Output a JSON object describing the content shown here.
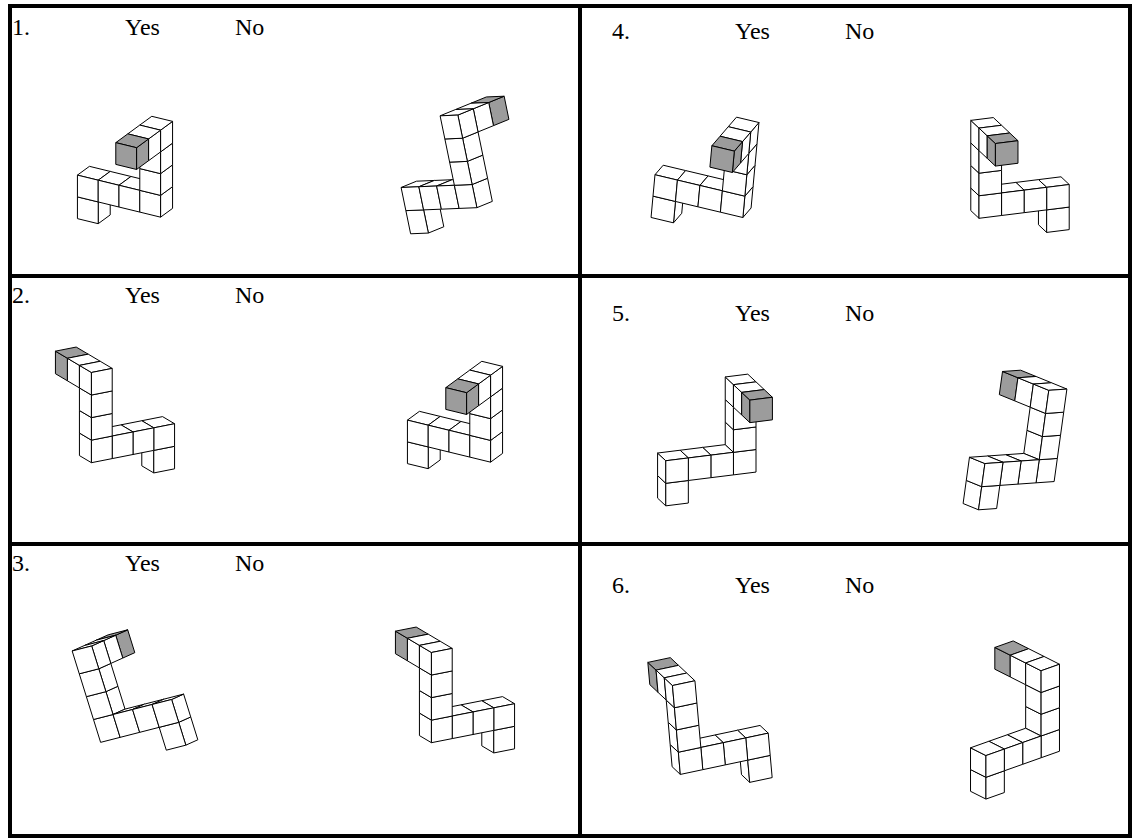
{
  "diagram": {
    "nodes": [
      {
        "text": [
          "1.",
          "Yes",
          "No"
        ]
      },
      {
        "text": [
          "4.",
          "Yes",
          "No"
        ]
      },
      {
        "text": [
          "2.",
          "Yes",
          "No"
        ]
      },
      {
        "text": [
          "5.",
          "Yes",
          "No"
        ]
      },
      {
        "text": [
          "3.",
          "Yes",
          "No"
        ]
      },
      {
        "text": [
          "6.",
          "Yes",
          "No"
        ]
      }
    ]
  }
}
